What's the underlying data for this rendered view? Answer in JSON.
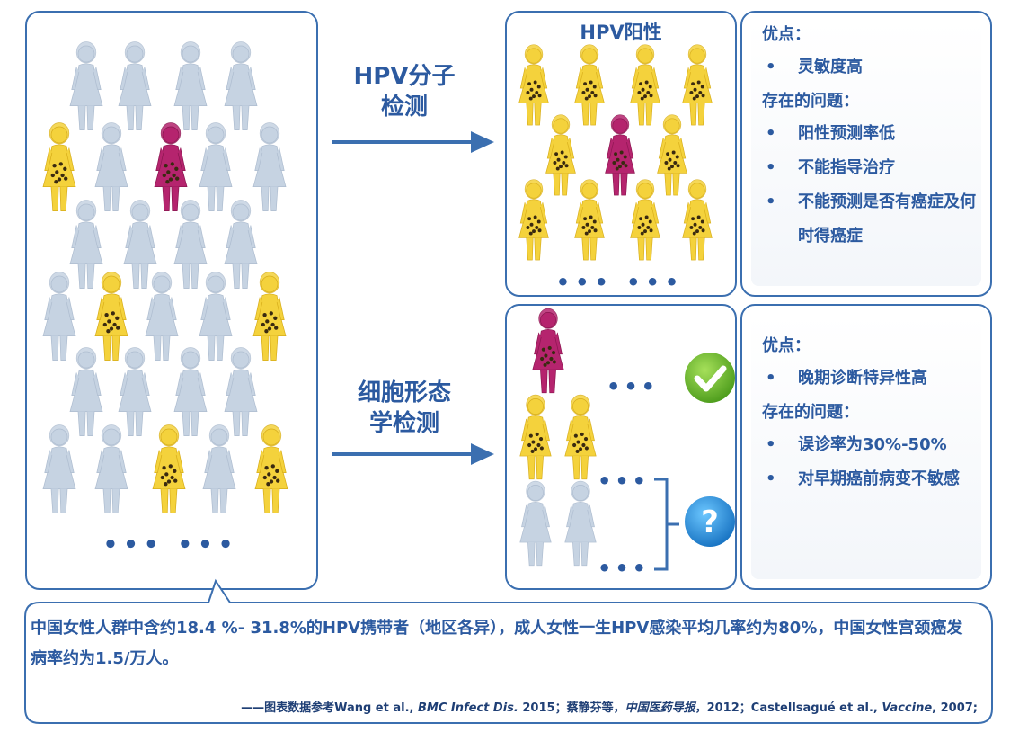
{
  "methods": {
    "molecular": {
      "line1": "HPV分子",
      "line2": "检测"
    },
    "cytology": {
      "line1": "细胞形态",
      "line2": "学检测"
    }
  },
  "hpv_box": {
    "title": "HPV阳性",
    "ellipsis": "••• •••"
  },
  "population": {
    "ellipsis": "••• •••"
  },
  "info_molecular": {
    "pros_head": "优点：",
    "pros": [
      "灵敏度高"
    ],
    "cons_head": "存在的问题：",
    "cons": [
      "阳性预测率低",
      "不能指导治疗",
      "不能预测是否有癌症及何时得癌症"
    ]
  },
  "info_cytology": {
    "pros_head": "优点：",
    "pros": [
      "晚期诊断特异性高"
    ],
    "cons_head": "存在的问题：",
    "cons": [
      "误诊率为30%-50%",
      "对早期癌前病变不敏感"
    ]
  },
  "note": {
    "text": "中国女性人群中含约18.4 %- 31.8%的HPV携带者（地区各异），成人女性一生HPV感染平均几率约为80%，中国女性宫颈癌发病率约为1.5/万人。",
    "cite_prefix": "——图表数据参考Wang et al., ",
    "cite_j1": "BMC Infect Dis.",
    "cite_mid1": " 2015；蔡静芬等，",
    "cite_j2": "中国医药导报",
    "cite_mid2": "，2012；Castellsagué et al., ",
    "cite_j3": "Vaccine",
    "cite_end": ", 2007;"
  },
  "bullet_char": "•",
  "colors": {
    "accent": "#2c5aa0",
    "border": "#3b6fb0",
    "healthy": "#c6d3e2",
    "hpv": "#f4d23c",
    "cancer": "#b5246e",
    "check": "#6abb2a",
    "question": "#1e90d8"
  },
  "icons": {
    "positive": "check-icon",
    "uncertain": "question-icon"
  }
}
